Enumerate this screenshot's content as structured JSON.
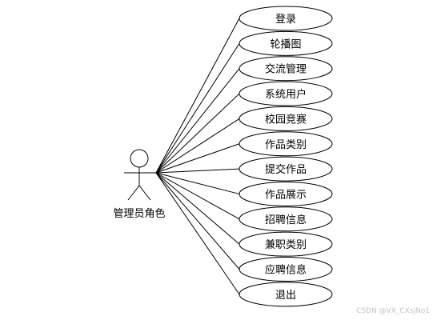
{
  "actor": {
    "label": "管理员角色"
  },
  "use_cases": [
    "登录",
    "轮播图",
    "交流管理",
    "系统用户",
    "校园竞赛",
    "作品类别",
    "提交作品",
    "作品展示",
    "招聘信息",
    "兼职类别",
    "应聘信息",
    "退出"
  ],
  "watermark": "CSDN @VX_CXsjNo1",
  "colors": {
    "stroke": "#000000",
    "fill": "#ffffff",
    "watermark": "#c2c2c2"
  }
}
